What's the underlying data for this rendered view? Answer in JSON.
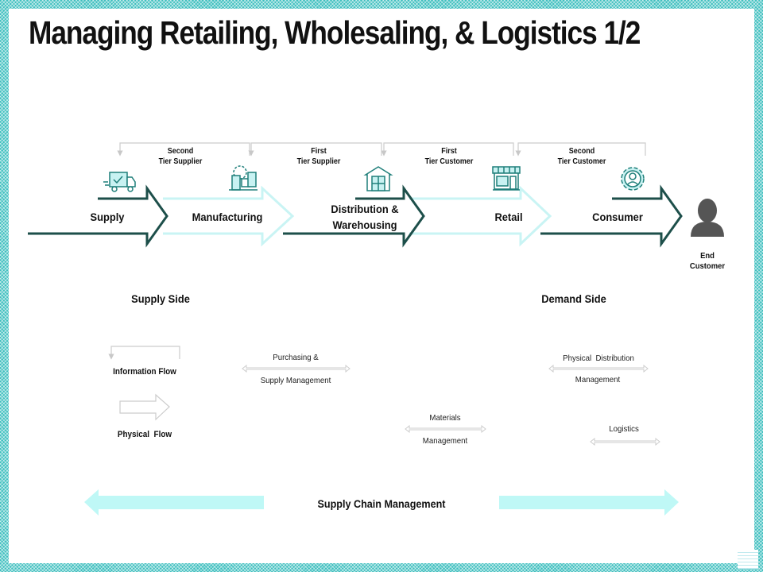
{
  "title": "Managing Retailing, Wholesaling, & Logistics 1/2",
  "colors": {
    "border": "#3fbfbf",
    "dark_arrow": "#1d4f4a",
    "light_arrow": "#c9f4f4",
    "icon": "#1f7f7a",
    "icon_fill": "#c8f2f2",
    "person": "#555555",
    "scm_arrow": "#bff8f6",
    "connector": "#cccccc"
  },
  "tiers": [
    {
      "line1": "Second",
      "line2": "Tier Supplier"
    },
    {
      "line1": "First",
      "line2": "Tier Supplier"
    },
    {
      "line1": "First",
      "line2": "Tier Customer"
    },
    {
      "line1": "Second",
      "line2": "Tier Customer"
    }
  ],
  "stages": [
    {
      "label": "Supply",
      "icon": "delivery-truck-icon",
      "style": "dark"
    },
    {
      "label": "Manufacturing",
      "icon": "factory-gear-icon",
      "style": "light"
    },
    {
      "label_line1": "Distribution &",
      "label_line2": "Warehousing",
      "icon": "warehouse-icon",
      "style": "dark"
    },
    {
      "label": "Retail",
      "icon": "store-cart-icon",
      "style": "light"
    },
    {
      "label": "Consumer",
      "icon": "user-gear-icon",
      "style": "dark"
    }
  ],
  "end_customer": {
    "line1": "End",
    "line2": "Customer",
    "icon": "person-icon"
  },
  "sides": {
    "supply": "Supply Side",
    "demand": "Demand Side"
  },
  "legend": {
    "information_flow": "Information Flow",
    "physical_flow": "Physical  Flow"
  },
  "managements": {
    "purchasing": {
      "line1": "Purchasing &",
      "line2": "Supply Management"
    },
    "materials": {
      "line1": "Materials",
      "line2": "Management"
    },
    "physical_distribution": {
      "line1": "Physical  Distribution",
      "line2": "Management"
    },
    "logistics": {
      "line1": "Logistics"
    }
  },
  "supply_chain_management": "Supply Chain Management"
}
